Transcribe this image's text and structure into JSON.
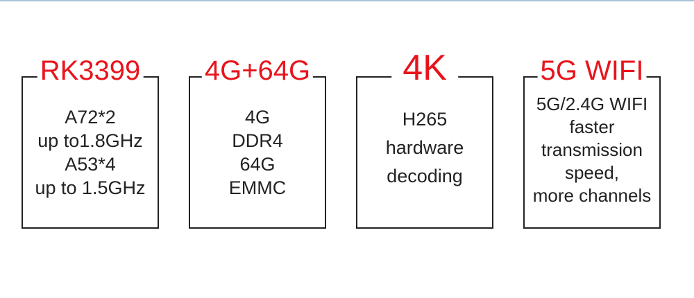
{
  "colors": {
    "title": "#e8141c",
    "text": "#222222",
    "border": "#222222",
    "top_line": "#a9c3d6"
  },
  "cards": [
    {
      "title": "RK3399",
      "lines": [
        "A72*2",
        "up to1.8GHz",
        "A53*4",
        "up to 1.5GHz"
      ]
    },
    {
      "title": "4G+64G",
      "lines": [
        "4G",
        "DDR4",
        "64G",
        "EMMC"
      ]
    },
    {
      "title": "4K",
      "lines": [
        "H265",
        "hardware",
        "decoding"
      ]
    },
    {
      "title": "5G WIFI",
      "lines": [
        "5G/2.4G WIFI",
        "faster",
        "transmission",
        "speed,",
        "more channels"
      ]
    }
  ]
}
